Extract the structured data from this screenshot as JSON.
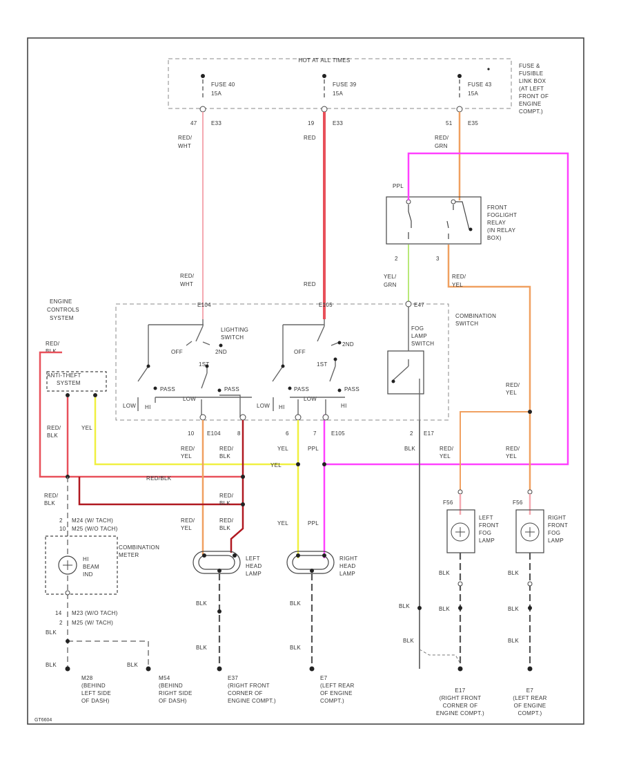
{
  "title": "HOT AT ALL TIMES",
  "fuse_box": "FUSE & FUSIBLE LINK BOX (AT LEFT FRONT OF ENGINE COMPT.)",
  "fuses": [
    {
      "name": "FUSE 40",
      "rating": "15A",
      "term": "47",
      "conn": "E33",
      "wire": "RED/WHT"
    },
    {
      "name": "FUSE 39",
      "rating": "15A",
      "term": "19",
      "conn": "E33",
      "wire": "RED"
    },
    {
      "name": "FUSE 43",
      "rating": "15A",
      "term": "51",
      "conn": "E35",
      "wire": "RED/GRN"
    }
  ],
  "relay": {
    "name": "FRONT FOGLIGHT RELAY (IN RELAY BOX)",
    "ppl": "PPL",
    "pin1": "2",
    "pin2": "3",
    "wire1": "YEL/GRN",
    "wire2": "RED/YEL"
  },
  "combo_switch": {
    "name": "COMBINATION SWITCH",
    "lighting": "LIGHTING SWITCH",
    "fog": "FOG LAMP SWITCH",
    "off": "OFF",
    "first": "1ST",
    "second": "2ND",
    "pass": "PASS",
    "low": "LOW",
    "hi": "HI",
    "c1": "E104",
    "c2": "E105",
    "c3": "E47",
    "c4": "E17"
  },
  "ecs": "ENGINE CONTROLS SYSTEM",
  "anti_theft": "ANTI-THEFT SYSTEM",
  "wires": {
    "redwht": "RED/WHT",
    "red": "RED",
    "redgrn": "RED/GRN",
    "redblk": "RED/BLK",
    "redyel": "RED/YEL",
    "yel": "YEL",
    "ppl": "PPL",
    "blk": "BLK",
    "yelgrn": "YEL/GRN"
  },
  "pins": {
    "p6": "6",
    "p7": "7",
    "p10": "10",
    "p8": "8",
    "p2": "2",
    "p14": "14",
    "p3": "3"
  },
  "combo_meter": {
    "name": "COMBINATION METER",
    "lamp": "HI BEAM IND",
    "c1": "M24 (W/ TACH)",
    "c2": "M25 (W/O TACH)",
    "c3": "M23 (W/O TACH)",
    "c4": "M25 (W/ TACH)"
  },
  "lamps": {
    "left_head": "LEFT HEAD LAMP",
    "right_head": "RIGHT HEAD LAMP",
    "left_fog": "LEFT FRONT FOG LAMP",
    "right_fog": "RIGHT FRONT FOG LAMP",
    "fog_conn": "F56"
  },
  "grounds": [
    {
      "id": "M28",
      "desc": "(BEHIND LEFT SIDE OF DASH)"
    },
    {
      "id": "M54",
      "desc": "(BEHIND RIGHT SIDE OF DASH)"
    },
    {
      "id": "E37",
      "desc": "(RIGHT FRONT CORNER OF ENGINE COMPT.)"
    },
    {
      "id": "E7",
      "desc": "(LEFT REAR OF ENGINE COMPT.)"
    },
    {
      "id": "E17",
      "desc": "(RIGHT FRONT CORNER OF ENGINE COMPT.)"
    },
    {
      "id": "E7",
      "desc": "(LEFT REAR OF ENGINE COMPT.)"
    }
  ],
  "fig": "GT6604",
  "colors": {
    "pink": "#f5a8b0",
    "red": "#e8505a",
    "orange": "#f0a060",
    "magenta": "#ff40ff",
    "yellow": "#f0f040",
    "darkred": "#b01820",
    "green": "#b8e878",
    "gray": "#777777"
  }
}
